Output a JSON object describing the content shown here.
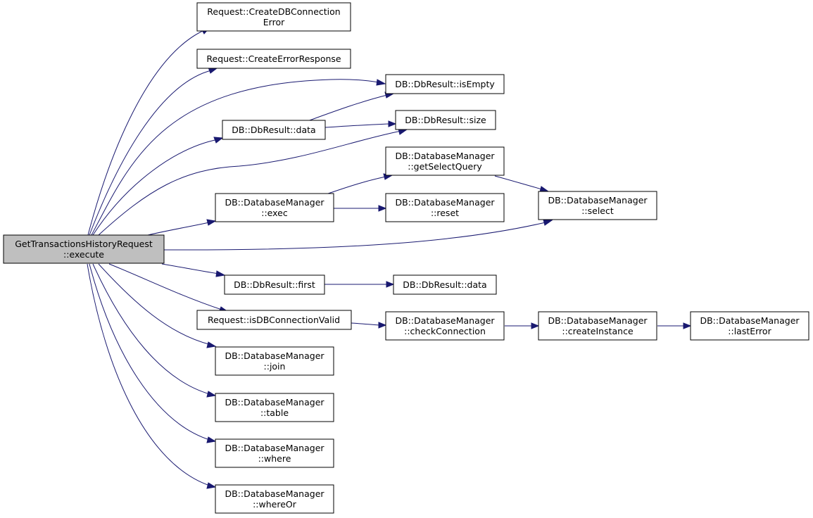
{
  "colors": {
    "edge": "#191970",
    "root_fill": "#bfbfbf",
    "node_fill": "#ffffff",
    "border": "#000000"
  },
  "nodes": {
    "root": [
      "GetTransactionsHistoryRequest",
      "::execute"
    ],
    "createDBConnError": [
      "Request::CreateDBConnection",
      "Error"
    ],
    "createErrorResponse": [
      "Request::CreateErrorResponse"
    ],
    "dbResultIsEmpty": [
      "DB::DbResult::isEmpty"
    ],
    "dbResultData1": [
      "DB::DbResult::data"
    ],
    "dbResultSize": [
      "DB::DbResult::size"
    ],
    "getSelectQuery": [
      "DB::DatabaseManager",
      "::getSelectQuery"
    ],
    "dmExec": [
      "DB::DatabaseManager",
      "::exec"
    ],
    "dmReset": [
      "DB::DatabaseManager",
      "::reset"
    ],
    "dmSelect": [
      "DB::DatabaseManager",
      "::select"
    ],
    "dbResultFirst": [
      "DB::DbResult::first"
    ],
    "dbResultData2": [
      "DB::DbResult::data"
    ],
    "isDBConnValid": [
      "Request::isDBConnectionValid"
    ],
    "checkConnection": [
      "DB::DatabaseManager",
      "::checkConnection"
    ],
    "createInstance": [
      "DB::DatabaseManager",
      "::createInstance"
    ],
    "lastError": [
      "DB::DatabaseManager",
      "::lastError"
    ],
    "dmJoin": [
      "DB::DatabaseManager",
      "::join"
    ],
    "dmTable": [
      "DB::DatabaseManager",
      "::table"
    ],
    "dmWhere": [
      "DB::DatabaseManager",
      "::where"
    ],
    "dmWhereOr": [
      "DB::DatabaseManager",
      "::whereOr"
    ]
  },
  "edges": [
    [
      "root",
      "createDBConnError"
    ],
    [
      "root",
      "createErrorResponse"
    ],
    [
      "root",
      "dbResultIsEmpty"
    ],
    [
      "root",
      "dbResultData1"
    ],
    [
      "root",
      "dbResultSize"
    ],
    [
      "root",
      "dmExec"
    ],
    [
      "root",
      "dmSelect"
    ],
    [
      "root",
      "dbResultFirst"
    ],
    [
      "root",
      "isDBConnValid"
    ],
    [
      "root",
      "dmJoin"
    ],
    [
      "root",
      "dmTable"
    ],
    [
      "root",
      "dmWhere"
    ],
    [
      "root",
      "dmWhereOr"
    ],
    [
      "dbResultData1",
      "dbResultIsEmpty"
    ],
    [
      "dbResultData1",
      "dbResultSize"
    ],
    [
      "dmExec",
      "getSelectQuery"
    ],
    [
      "dmExec",
      "dmReset"
    ],
    [
      "getSelectQuery",
      "dmSelect"
    ],
    [
      "dbResultFirst",
      "dbResultData2"
    ],
    [
      "isDBConnValid",
      "checkConnection"
    ],
    [
      "checkConnection",
      "createInstance"
    ],
    [
      "createInstance",
      "lastError"
    ]
  ]
}
